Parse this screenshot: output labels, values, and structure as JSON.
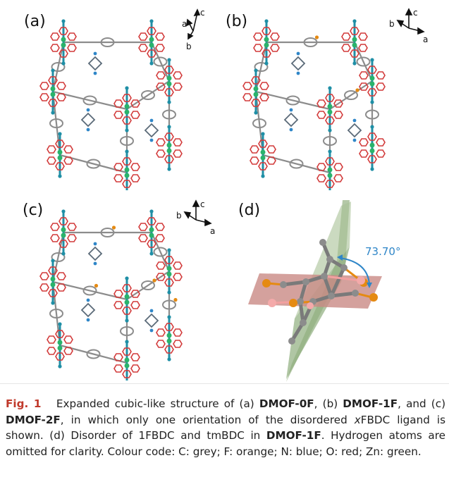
{
  "panels": {
    "a": {
      "label": "(a)",
      "axes": [
        "c",
        "a",
        "b"
      ]
    },
    "b": {
      "label": "(b)",
      "axes": [
        "c",
        "b",
        "a"
      ]
    },
    "c": {
      "label": "(c)",
      "axes": [
        "c",
        "b",
        "a"
      ]
    },
    "d": {
      "label": "(d)",
      "angle": "73.70°"
    }
  },
  "colors": {
    "carbon": "#8c8c8c",
    "fluorine": "#e58a12",
    "nitrogen": "#2f86c8",
    "oxygen": "#d23a3a",
    "zinc": "#2bb36b",
    "plane_green": "#9bb58a",
    "plane_pink": "#c98a85",
    "fig_label": "#c0392b"
  },
  "caption": {
    "fig_label": "Fig. 1",
    "t1": "Expanded cubic-like structure of (a)",
    "n1": "DMOF-0F",
    "t2": ", (b)",
    "n2": "DMOF-1F",
    "t3": ", and (c)",
    "n3": "DMOF-2F",
    "t4": ", in which only one orientation of the disordered",
    "italic_x": "x",
    "t5": "FBDC ligand is shown. (d) Disorder of 1FBDC and tmBDC in",
    "n4": "DMOF-1F",
    "t6": ". Hydrogen atoms are omitted for clarity. Colour code: C: grey; F: orange; N: blue; O: red; Zn: green."
  }
}
